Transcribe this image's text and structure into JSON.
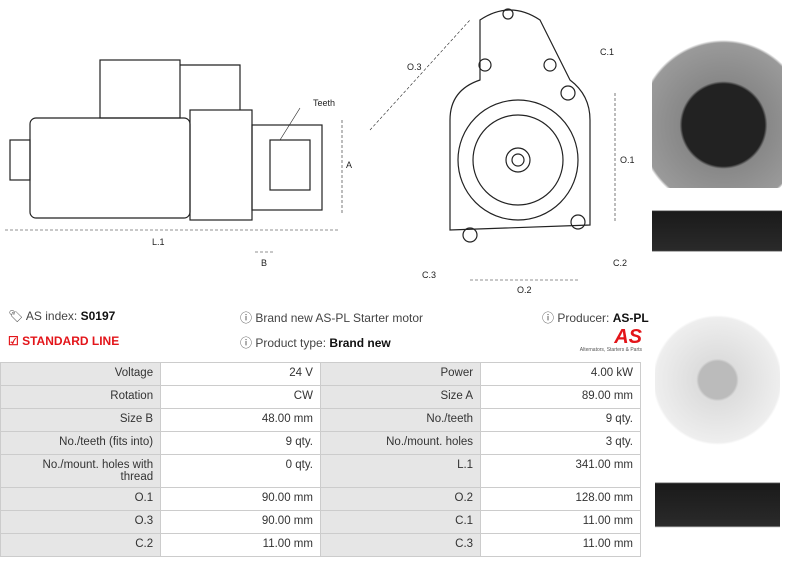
{
  "diagram_labels": {
    "teeth": "Teeth",
    "a": "A",
    "l1": "L.1",
    "b": "B",
    "o3": "O.3",
    "c1": "C.1",
    "o1": "O.1",
    "c2": "C.2",
    "c3": "C.3",
    "o2": "O.2"
  },
  "info": {
    "as_index_label": "AS index:",
    "as_index_value": "S0197",
    "standard_line": "STANDARD LINE",
    "description": "Brand new AS-PL Starter motor",
    "product_type_label": "Product type:",
    "product_type_value": "Brand new",
    "producer_label": "Producer:",
    "producer_value": "AS-PL",
    "logo_text": "AS",
    "logo_tagline": "Alternators, Starters & Parts"
  },
  "colors": {
    "accent": "#e3151a",
    "label_bg": "#e6e6e6"
  },
  "specs": [
    [
      "Voltage",
      "24 V",
      "Power",
      "4.00 kW"
    ],
    [
      "Rotation",
      "CW",
      "Size A",
      "89.00 mm"
    ],
    [
      "Size B",
      "48.00 mm",
      "No./teeth",
      "9 qty."
    ],
    [
      "No./teeth (fits into)",
      "9 qty.",
      "No./mount. holes",
      "3 qty."
    ],
    [
      "No./mount. holes with thread",
      "0 qty.",
      "L.1",
      "341.00 mm"
    ],
    [
      "O.1",
      "90.00 mm",
      "O.2",
      "128.00 mm"
    ],
    [
      "O.3",
      "90.00 mm",
      "C.1",
      "11.00 mm"
    ],
    [
      "C.2",
      "11.00 mm",
      "C.3",
      "11.00 mm"
    ]
  ]
}
